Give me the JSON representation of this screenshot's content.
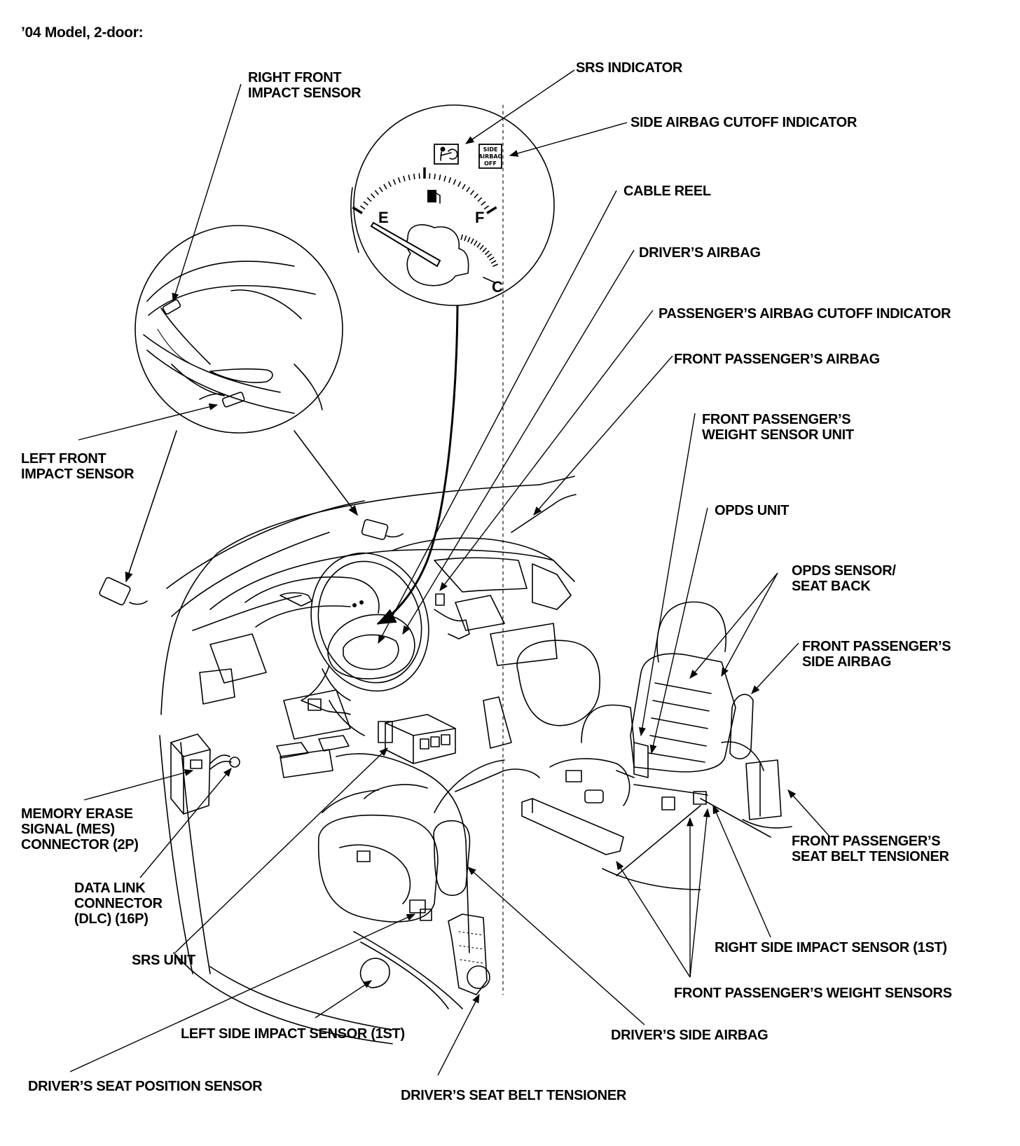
{
  "title": "’04 Model, 2-door:",
  "labels": {
    "right_front_impact_sensor": [
      "RIGHT FRONT",
      "IMPACT SENSOR"
    ],
    "srs_indicator": [
      "SRS INDICATOR"
    ],
    "side_airbag_cutoff_indicator": [
      "SIDE AIRBAG CUTOFF INDICATOR"
    ],
    "cable_reel": [
      "CABLE REEL"
    ],
    "drivers_airbag": [
      "DRIVER’S AIRBAG"
    ],
    "passengers_airbag_cutoff_indicator": [
      "PASSENGER’S AIRBAG CUTOFF INDICATOR"
    ],
    "front_passengers_airbag": [
      "FRONT PASSENGER’S AIRBAG"
    ],
    "front_passengers_weight_sensor_unit": [
      "FRONT PASSENGER’S",
      "WEIGHT SENSOR UNIT"
    ],
    "left_front_impact_sensor": [
      "LEFT FRONT",
      "IMPACT SENSOR"
    ],
    "opds_unit": [
      "OPDS UNIT"
    ],
    "opds_sensor_seat_back": [
      "OPDS SENSOR/",
      "SEAT BACK"
    ],
    "front_passengers_side_airbag": [
      "FRONT PASSENGER’S",
      "SIDE AIRBAG"
    ],
    "memory_erase_signal_connector": [
      "MEMORY ERASE",
      "SIGNAL (MES)",
      "CONNECTOR (2P)"
    ],
    "front_passengers_seat_belt_tensioner": [
      "FRONT PASSENGER’S",
      "SEAT BELT TENSIONER"
    ],
    "data_link_connector": [
      "DATA LINK",
      "CONNECTOR",
      "(DLC) (16P)"
    ],
    "right_side_impact_sensor": [
      "RIGHT SIDE IMPACT SENSOR (1ST)"
    ],
    "srs_unit": [
      "SRS UNIT"
    ],
    "front_passengers_weight_sensors": [
      "FRONT PASSENGER’S WEIGHT SENSORS"
    ],
    "left_side_impact_sensor": [
      "LEFT SIDE IMPACT SENSOR (1ST)"
    ],
    "drivers_side_airbag": [
      "DRIVER’S SIDE AIRBAG"
    ],
    "drivers_seat_position_sensor": [
      "DRIVER’S SEAT POSITION SENSOR"
    ],
    "drivers_seat_belt_tensioner": [
      "DRIVER’S SEAT BELT TENSIONER"
    ]
  },
  "gauge": {
    "empty_mark": "E",
    "full_mark": "F",
    "cold_mark": "C",
    "side_airbag_off_icon_text": [
      "SIDE",
      "AIRBAG",
      "OFF"
    ]
  },
  "icons": [
    "airbag-warning-icon",
    "fuel-pump-icon",
    "side-airbag-off-icon"
  ]
}
